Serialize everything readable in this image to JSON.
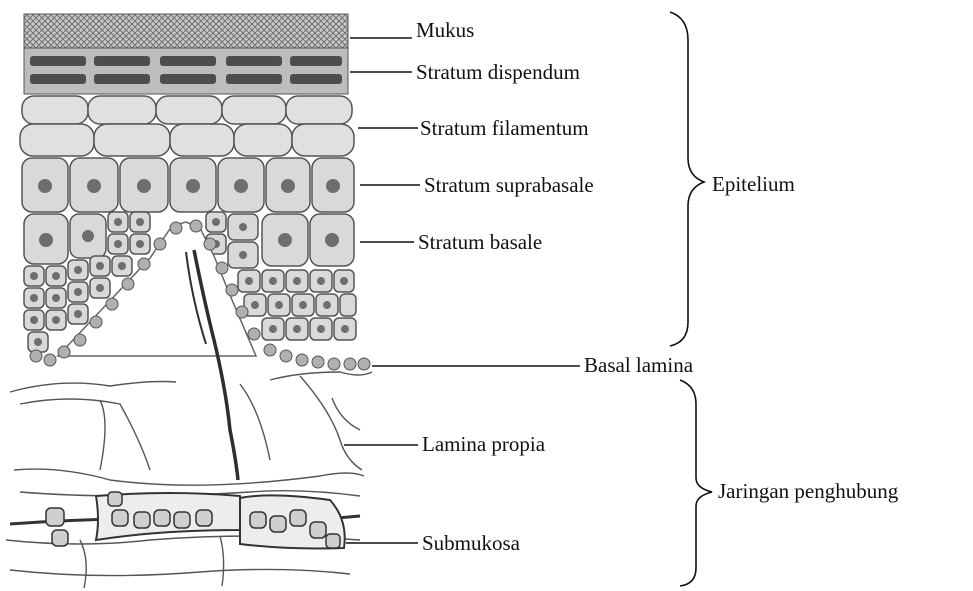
{
  "labels": {
    "mukus": "Mukus",
    "stratum_dispendum": "Stratum dispendum",
    "stratum_filamentum": "Stratum filamentum",
    "stratum_suprabasale": "Stratum suprabasale",
    "stratum_basale": "Stratum basale",
    "basal_lamina": "Basal lamina",
    "lamina_propia": "Lamina propia",
    "submukosa": "Submukosa"
  },
  "groups": {
    "epitelium": "Epitelium",
    "jaringan_penghubung": "Jaringan penghubung"
  },
  "colors": {
    "ink": "#111111",
    "cell_fill": "#d9d9d9",
    "cell_stroke": "#555555",
    "nucleus": "#6e6e6e",
    "mucus": "#9a9a9a",
    "fiber": "#444444"
  }
}
